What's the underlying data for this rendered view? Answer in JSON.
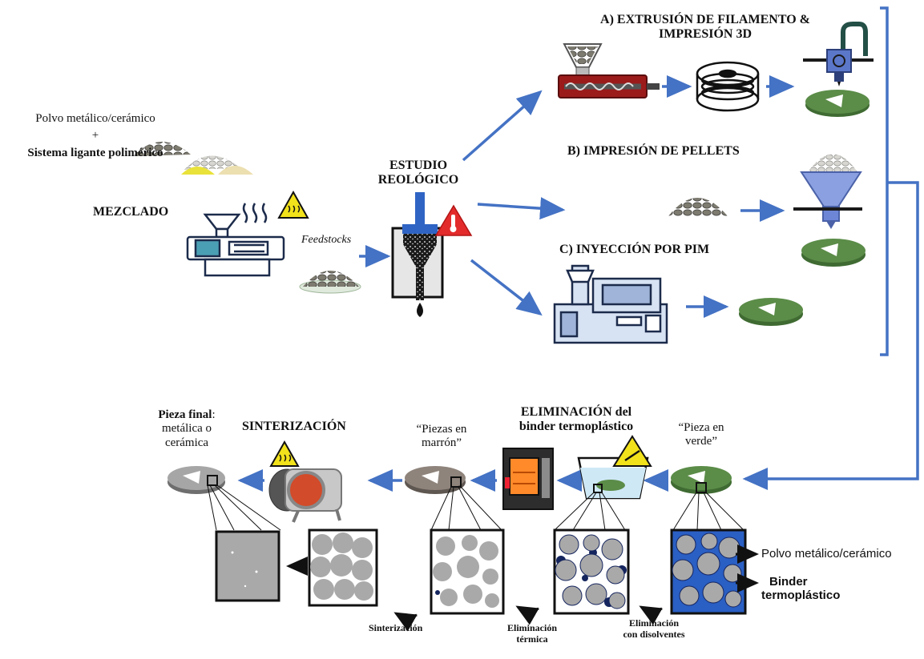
{
  "title_a": [
    "A) EXTRUSIÓN DE FILAMENTO &",
    "IMPRESIÓN 3D"
  ],
  "title_b": "B) IMPRESIÓN DE PELLETS",
  "title_c": "C) INYECCIÓN POR PIM",
  "estudio": [
    "ESTUDIO",
    "REOLÓGICO"
  ],
  "mezclado": "MEZCLADO",
  "feedstocks": "Feedstocks",
  "inputs": {
    "powder": "Polvo metálico/cerámico",
    "plus": "+",
    "binder": "Sistema ligante polimérico"
  },
  "pieza_final": {
    "bold": "Pieza final",
    "rest": ":",
    "line2": "metálica o",
    "line3": "cerámica"
  },
  "sinterizacion": "SINTERIZACIÓN",
  "piezas_marron": [
    "“Piezas en",
    "marrón”"
  ],
  "eliminacion": [
    "ELIMINACIÓN del",
    "binder termoplástico"
  ],
  "pieza_verde": [
    "“Pieza en",
    "verde”"
  ],
  "legend": {
    "powder": "Polvo metálico/cerámico",
    "binder": [
      "Binder",
      "termoplástico"
    ]
  },
  "steps": {
    "sinterizacion": "Sinterización",
    "termica": [
      "Eliminación",
      "térmica"
    ],
    "disolventes": [
      "Eliminación",
      "con disolventes"
    ]
  },
  "colors": {
    "arrow": "#4472c4",
    "green": "#5b8c48",
    "brown": "#8f847c",
    "gray": "#a6a6a6",
    "blue": "#3a63b4",
    "navy": "#15255e",
    "red": "#c0392b",
    "warning": "#f2e21b"
  },
  "icons": [
    "warning-heat-icon",
    "thermometer-warning-icon",
    "chemical-warning-icon",
    "extruder-icon",
    "mixer-icon",
    "filament-spool-icon",
    "printer-icon",
    "hopper-icon",
    "injection-machine-icon",
    "oven-icon",
    "furnace-icon",
    "solvent-bath-icon"
  ]
}
